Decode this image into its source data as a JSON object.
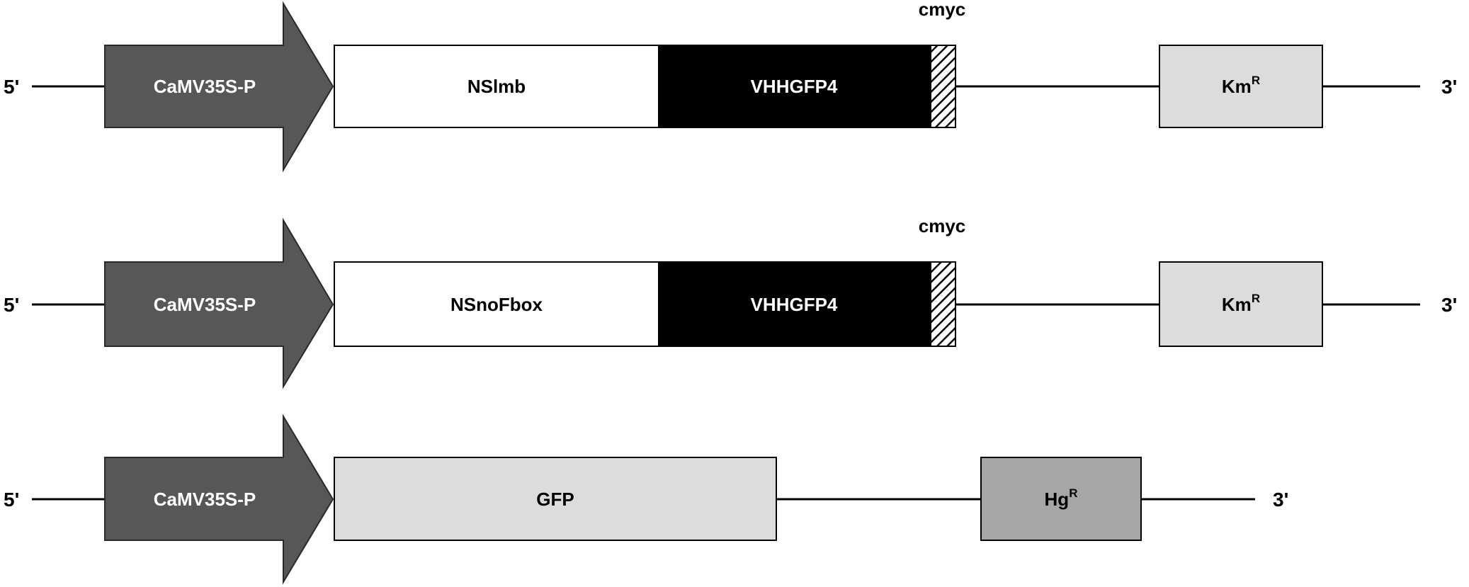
{
  "colors": {
    "promoter": "#575757",
    "nslmb": "#ffffff",
    "vhh": "#000000",
    "marker_km": "#dcdcdc",
    "gfp": "#dcdcdc",
    "marker_hg": "#a6a6a6",
    "line": "#000000"
  },
  "constructs": [
    {
      "five_prime": "5'",
      "three_prime": "3'",
      "promoter": "CaMV35S-P",
      "cmyc": "cmyc",
      "gene1": "NSlmb",
      "gene2": "VHHGFP4",
      "marker_base": "Km",
      "marker_sup": "R"
    },
    {
      "five_prime": "5'",
      "three_prime": "3'",
      "promoter": "CaMV35S-P",
      "cmyc": "cmyc",
      "gene1": "NSnoFbox",
      "gene2": "VHHGFP4",
      "marker_base": "Km",
      "marker_sup": "R"
    },
    {
      "five_prime": "5'",
      "three_prime": "3'",
      "promoter": "CaMV35S-P",
      "gene1": "GFP",
      "marker_base": "Hg",
      "marker_sup": "R"
    }
  ]
}
